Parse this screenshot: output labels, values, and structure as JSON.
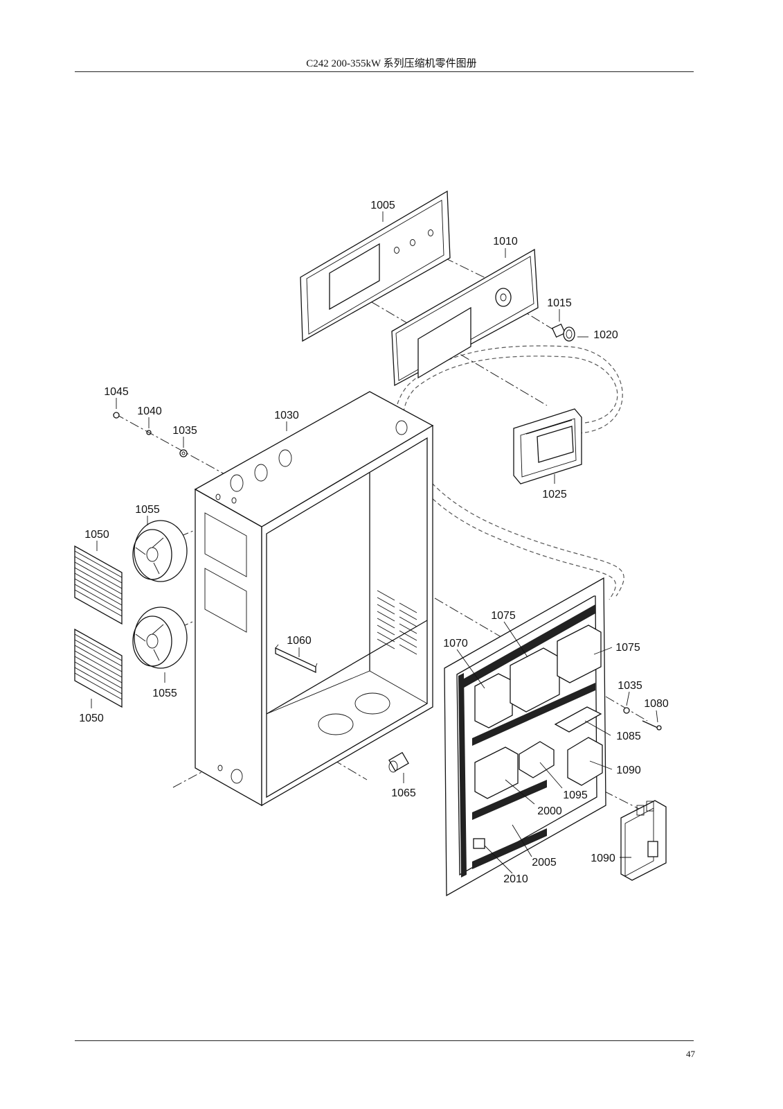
{
  "header": {
    "title": "C242 200-355kW 系列压缩机零件图册"
  },
  "footer": {
    "page_number": "47"
  },
  "callouts": {
    "c1005": "1005",
    "c1010": "1010",
    "c1015": "1015",
    "c1020": "1020",
    "c1025": "1025",
    "c1030": "1030",
    "c1035a": "1035",
    "c1035b": "1035",
    "c1040": "1040",
    "c1045": "1045",
    "c1050a": "1050",
    "c1050b": "1050",
    "c1055a": "1055",
    "c1055b": "1055",
    "c1060": "1060",
    "c1065": "1065",
    "c1070": "1070",
    "c1075a": "1075",
    "c1075b": "1075",
    "c1080": "1080",
    "c1085": "1085",
    "c1090a": "1090",
    "c1090b": "1090",
    "c1095": "1095",
    "c2000": "2000",
    "c2005": "2005",
    "c2010": "2010"
  }
}
